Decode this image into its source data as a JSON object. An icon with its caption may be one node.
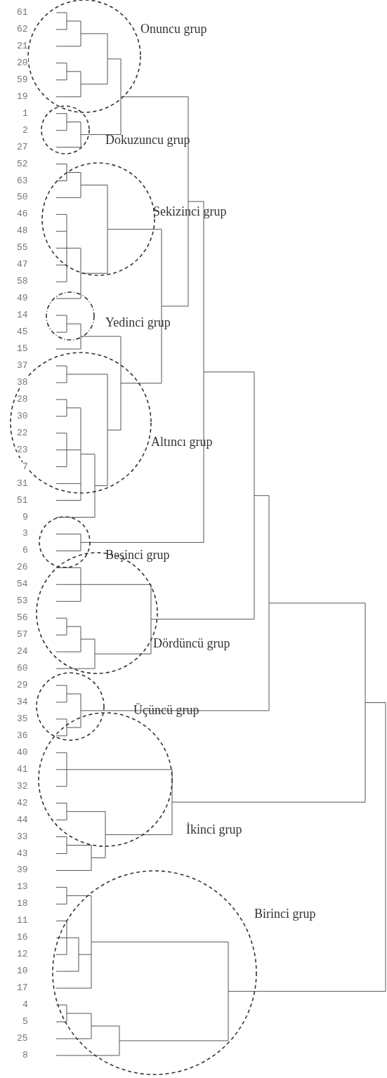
{
  "diagram": {
    "nodes": [
      {
        "text": [
          "Onuncu grup"
        ]
      },
      {
        "text": [
          "Dokuzuncu grup"
        ]
      },
      {
        "text": [
          "Sekizinci grup"
        ]
      },
      {
        "text": [
          "Yedinci grup"
        ]
      },
      {
        "text": [
          "Altıncı grup"
        ]
      },
      {
        "text": [
          "Beşinci grup"
        ]
      },
      {
        "text": [
          "Dördüncü grup"
        ]
      },
      {
        "text": [
          "Üçüncü grup"
        ]
      },
      {
        "text": [
          "İkinci grup"
        ]
      },
      {
        "text": [
          "Birinci grup"
        ]
      }
    ],
    "labels": [
      "61",
      "62",
      "21",
      "20",
      "59",
      "19",
      "1",
      "2",
      "27",
      "52",
      "63",
      "50",
      "46",
      "48",
      "55",
      "47",
      "58",
      "49",
      "14",
      "45",
      "15",
      "37",
      "38",
      "28",
      "30",
      "22",
      "23",
      "7",
      "31",
      "51",
      "9",
      "3",
      "6",
      "26",
      "54",
      "53",
      "56",
      "57",
      "24",
      "60",
      "29",
      "34",
      "35",
      "36",
      "40",
      "41",
      "32",
      "42",
      "44",
      "33",
      "43",
      "39",
      "13",
      "18",
      "11",
      "16",
      "12",
      "10",
      "17",
      "4",
      "5",
      "25",
      "8"
    ]
  }
}
